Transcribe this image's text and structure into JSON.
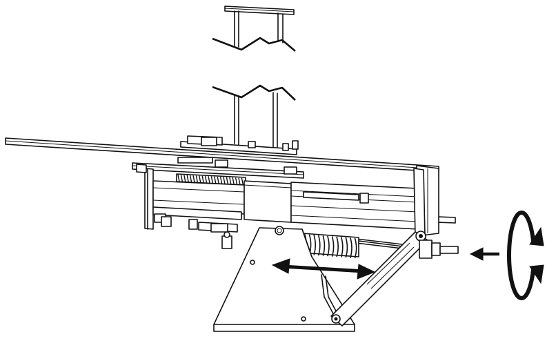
{
  "figure": {
    "parts": {
      "upper_mast": "ladder-mast-top",
      "lower_mast": "ladder-mast-bottom",
      "break_marks": "break-line-icon",
      "rail": "horizontal-rail",
      "carriage": "carriage-frame",
      "end_plate": "end-plate",
      "base_plate": "trapezoid-base-plate",
      "bellows": "bellows-boot",
      "linkage_arm": "slotted-linkage-arm",
      "push_rod": "push-rod",
      "input_shaft": "input-shaft"
    },
    "symbols": {
      "linear_motion": "double-headed-arrow-icon",
      "input_direction": "left-arrow-icon",
      "rotation": "rotation-arrow-icon"
    },
    "colors": {
      "line": "#111111",
      "background": "#ffffff",
      "shading": "#bdbdbd"
    }
  }
}
